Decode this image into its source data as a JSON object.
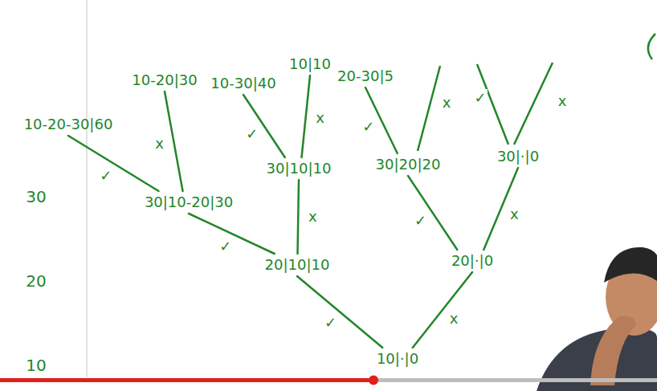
{
  "diagram": {
    "nodes": [
      {
        "text": [
          "10-20-30|60"
        ]
      },
      {
        "text": [
          "10-20|30"
        ]
      },
      {
        "text": [
          "10-30|40"
        ]
      },
      {
        "text": [
          "10|10"
        ]
      },
      {
        "text": [
          "20-30|5"
        ]
      },
      {
        "text": [
          "30|10-20|30"
        ]
      },
      {
        "text": [
          "30|10|10"
        ]
      },
      {
        "text": [
          "30|20|20"
        ]
      },
      {
        "text": [
          "30|·|0"
        ]
      },
      {
        "text": [
          "20|10|10"
        ]
      },
      {
        "text": [
          "20|·|0"
        ]
      },
      {
        "text": [
          "10|·|0"
        ]
      }
    ],
    "edges": [
      {
        "from": 11,
        "to": 9,
        "arrow": "none",
        "label": "✓"
      },
      {
        "from": 11,
        "to": 10,
        "arrow": "none",
        "label": "x"
      },
      {
        "from": 9,
        "to": 5,
        "arrow": "none",
        "label": "✓"
      },
      {
        "from": 9,
        "to": 6,
        "arrow": "none",
        "label": "x"
      },
      {
        "from": 10,
        "to": 7,
        "arrow": "none",
        "label": "✓"
      },
      {
        "from": 10,
        "to": 8,
        "arrow": "none",
        "label": "x"
      },
      {
        "from": 5,
        "to": 0,
        "arrow": "none",
        "label": "✓"
      },
      {
        "from": 5,
        "to": 1,
        "arrow": "none",
        "label": "x"
      },
      {
        "from": 6,
        "to": 2,
        "arrow": "none",
        "label": "✓"
      },
      {
        "from": 6,
        "to": 3,
        "arrow": "none",
        "label": "x"
      },
      {
        "from": 7,
        "to": 4,
        "arrow": "none",
        "label": "✓"
      }
    ],
    "labels": [
      "30",
      "20",
      "10",
      "x",
      "✓",
      "x"
    ]
  }
}
